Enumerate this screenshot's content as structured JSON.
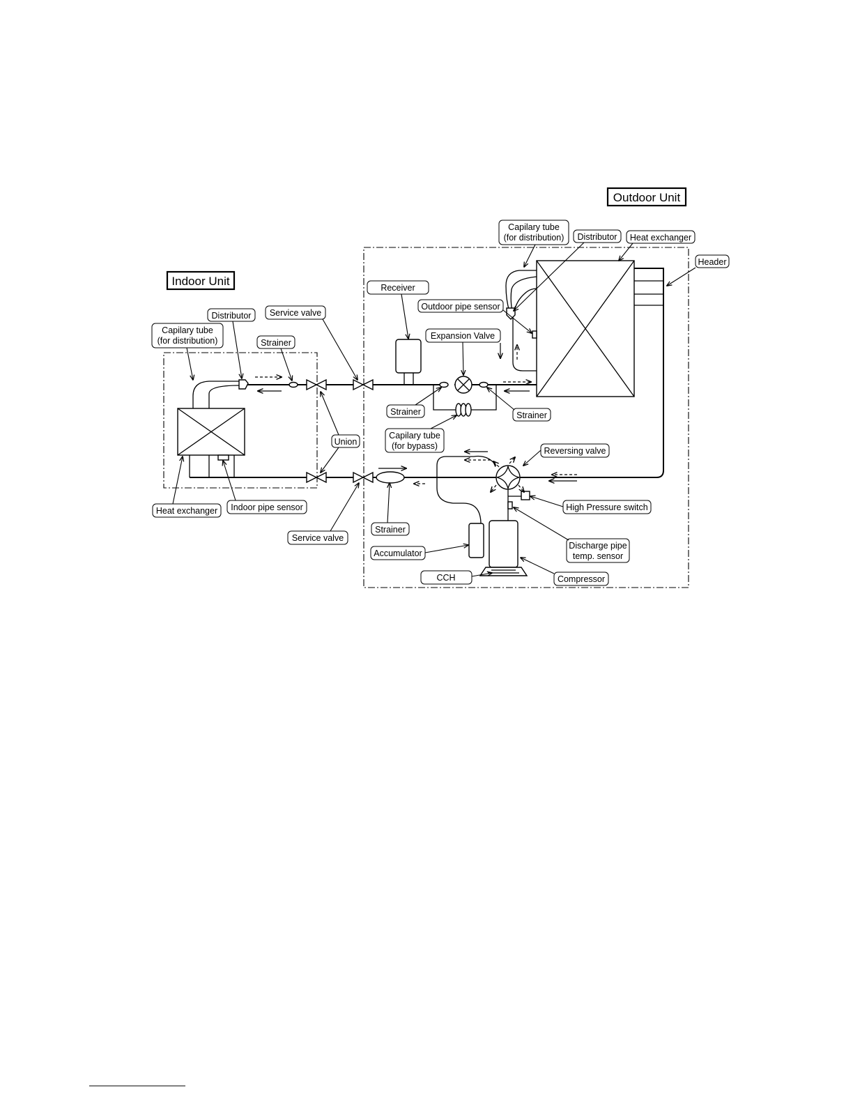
{
  "units": {
    "indoor": "Indoor Unit",
    "outdoor": "Outdoor Unit"
  },
  "labels": {
    "outdoor_capillary_tube": [
      "Capilary tube",
      "(for distribution)"
    ],
    "outdoor_distributor": "Distributor",
    "outdoor_heat_exchanger": "Heat exchanger",
    "header": "Header",
    "receiver": "Receiver",
    "outdoor_pipe_sensor": "Outdoor pipe sensor",
    "expansion_valve": "Expansion Valve",
    "strainer_left_of_ev": "Strainer",
    "strainer_right_of_ev": "Strainer",
    "bypass_capillary_tube": [
      "Capilary tube",
      "(for bypass)"
    ],
    "reversing_valve": "Reversing valve",
    "high_pressure_switch": "High Pressure switch",
    "discharge_pipe_sensor": [
      "Discharge pipe",
      "temp. sensor"
    ],
    "compressor": "Compressor",
    "cch": "CCH",
    "accumulator": "Accumulator",
    "suction_strainer": "Strainer",
    "service_valve_gas": "Service valve",
    "service_valve_liquid": "Service valve",
    "union": "Union",
    "indoor_strainer": "Strainer",
    "indoor_distributor": "Distributor",
    "indoor_capillary_tube": [
      "Capilary tube",
      "(for distribution)"
    ],
    "indoor_heat_exchanger": "Heat exchanger",
    "indoor_pipe_sensor": "Indoor pipe sensor"
  }
}
